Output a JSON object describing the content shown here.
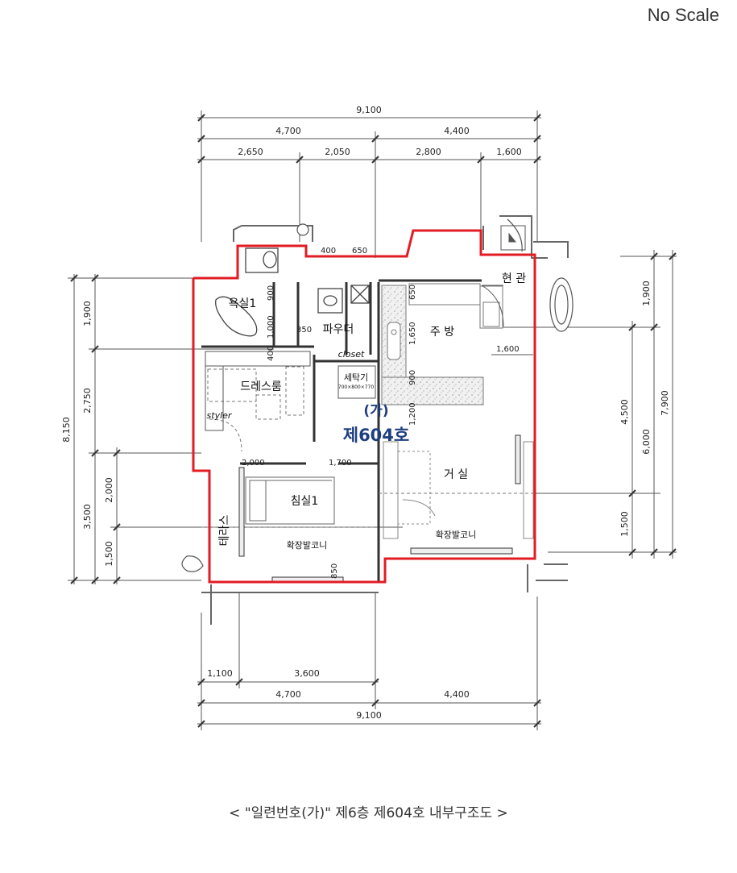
{
  "header": {
    "scale_note": "No Scale"
  },
  "caption": "< \"일련번호(가)\" 제6층 제604호 내부구조도 >",
  "unit_label": {
    "line1": "(가)",
    "line2": "제604호"
  },
  "dims": {
    "top_total": "9,100",
    "top_left": "4,700",
    "top_right": "4,400",
    "top_a": "2,650",
    "top_b": "2,050",
    "top_c": "2,800",
    "top_d": "1,600",
    "bottom_a": "1,100",
    "bottom_b": "3,600",
    "bottom_left": "4,700",
    "bottom_right": "4,400",
    "bottom_total": "9,100",
    "left_total": "8,150",
    "left_a": "1,900",
    "left_b": "2,750",
    "left_c": "3,500",
    "left_d": "2,000",
    "left_e": "1,500",
    "right_a": "1,900",
    "right_total": "7,900",
    "right_b": "4,500",
    "right_c": "6,000",
    "right_d": "1,500",
    "kitchen_w": "1,600",
    "i_400": "400",
    "i_650": "650",
    "i_900a": "900",
    "i_1000": "1,000",
    "i_350": "350",
    "i_400b": "400",
    "i_650b": "650",
    "i_1650": "1,650",
    "i_900b": "900",
    "i_1200": "1,200",
    "i_2000": "2,000",
    "i_1700": "1,700",
    "i_850": "850"
  },
  "rooms": {
    "bath": "욕실1",
    "powder": "파우더",
    "closet": "closet",
    "dress": "드레스룸",
    "styler": "styler",
    "laundry": "세탁기",
    "laundry_sub": "700×800×770",
    "kitchen": "주 방",
    "entrance": "현 관",
    "living": "거 실",
    "bedroom": "침실1",
    "terrace": "테라스",
    "balcony_left": "확장발코니",
    "balcony_right": "확장발코니"
  }
}
